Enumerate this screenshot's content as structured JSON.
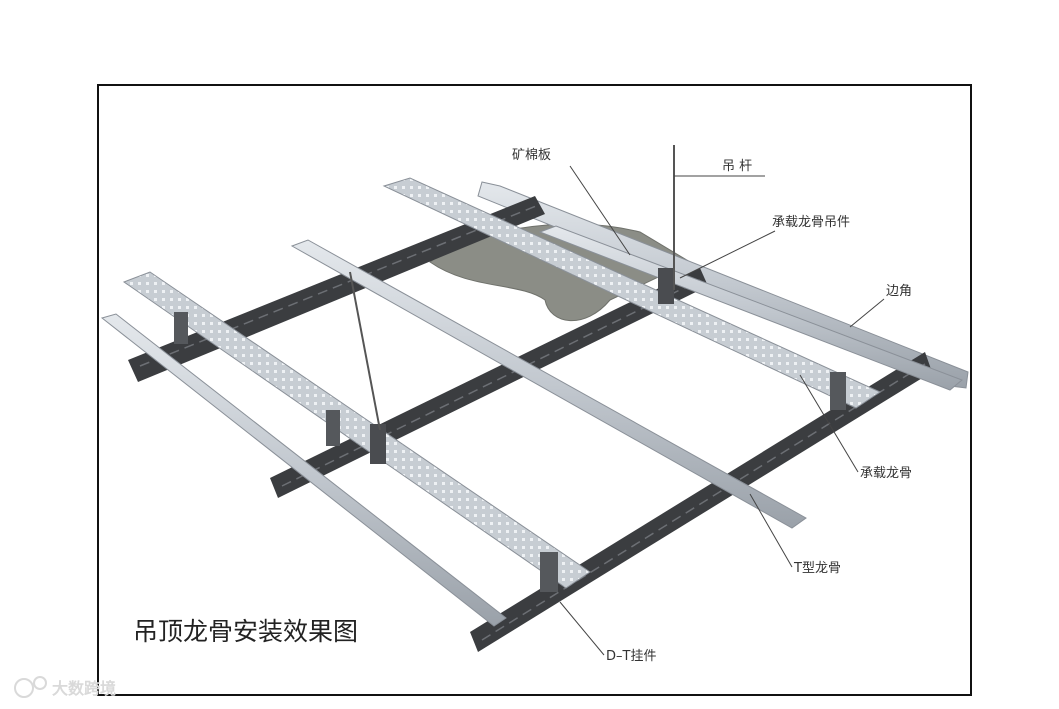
{
  "labels": {
    "mineral_board": "矿棉板",
    "hanger_rod": "吊 杆",
    "main_runner_hanger": "承载龙骨吊件",
    "edge_angle": "边角",
    "main_runner": "承载龙骨",
    "t_runner": "T型龙骨",
    "dt_clip": "D–T挂件"
  },
  "title": "吊顶龙骨安装效果图",
  "watermark": "大数跨境",
  "colors": {
    "frame": "#111111",
    "silver": "#c9ced4",
    "silver_dark": "#9aa1a9",
    "dark_runner": "#3b3d40",
    "board": "#8b8d86",
    "leader": "#444444"
  }
}
